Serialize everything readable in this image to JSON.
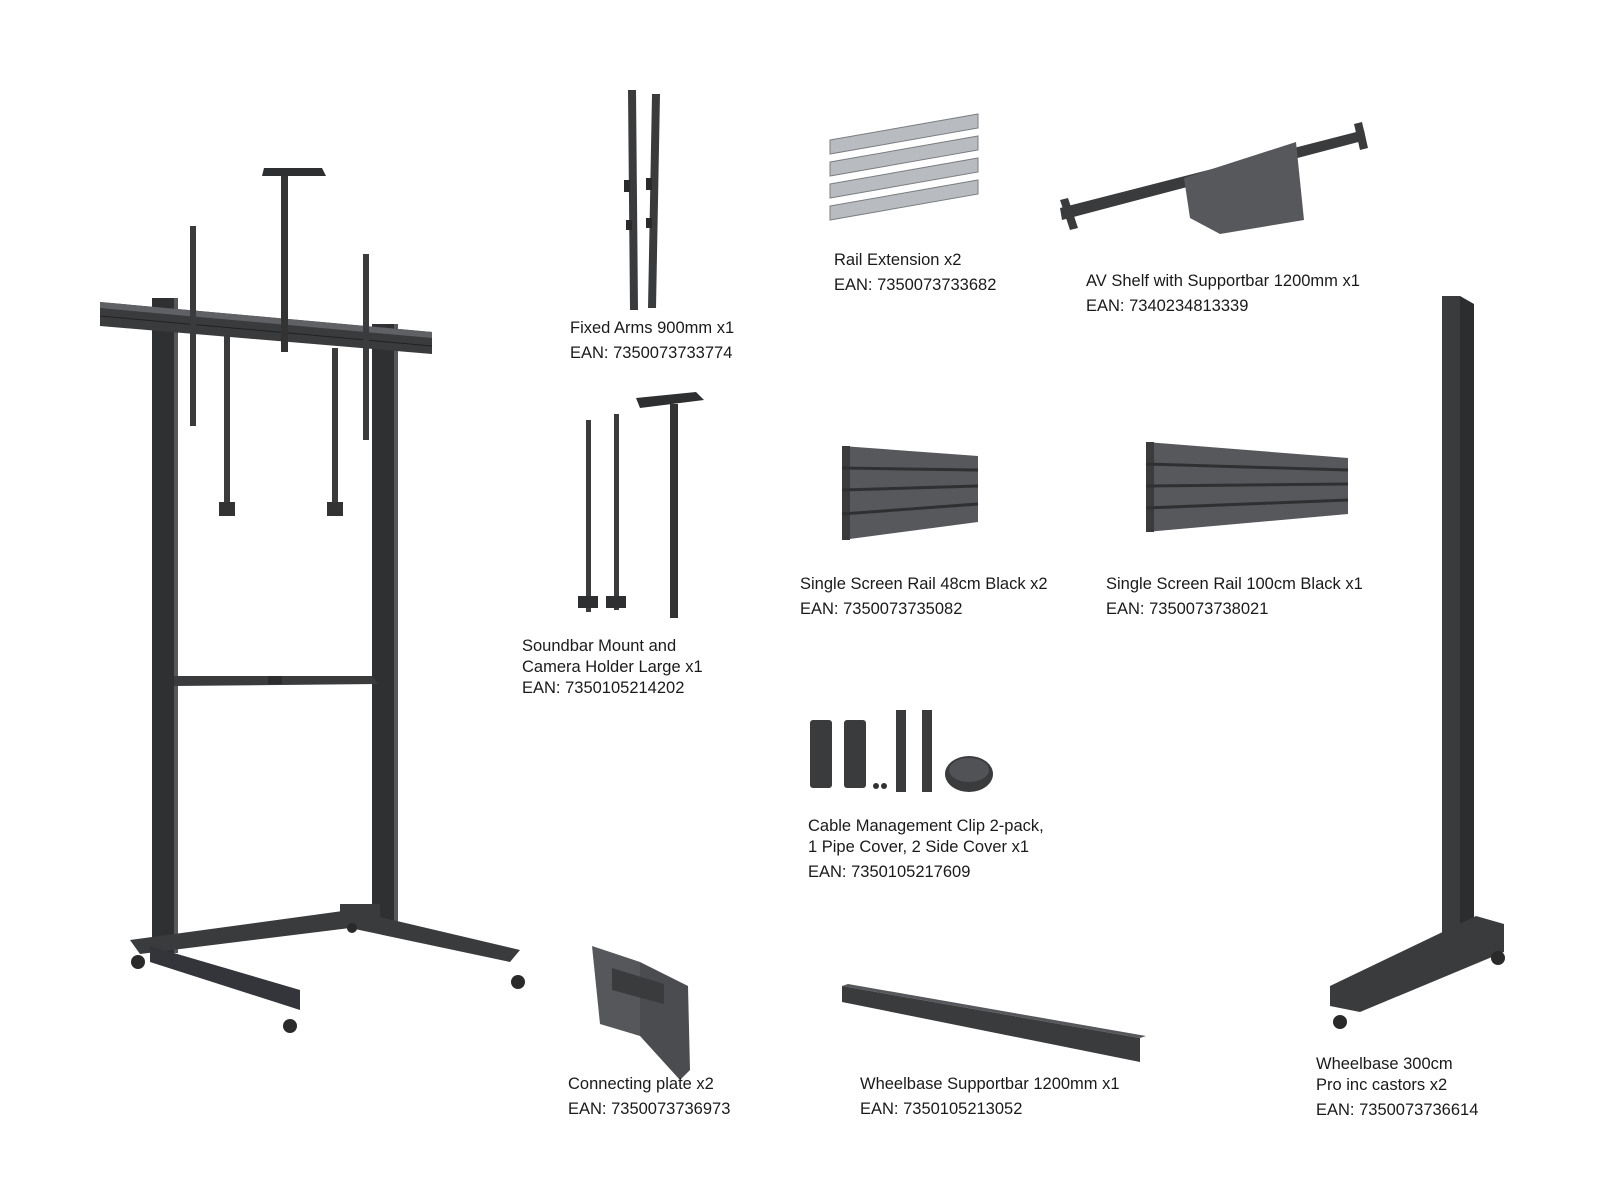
{
  "parts": [
    {
      "id": "fixed-arms",
      "name": "Fixed Arms 900mm x1",
      "ean": "EAN: 7350073733774"
    },
    {
      "id": "rail-extension",
      "name": "Rail Extension x2",
      "ean": "EAN: 7350073733682"
    },
    {
      "id": "av-shelf",
      "name": "AV Shelf with Supportbar 1200mm x1",
      "ean": "EAN: 7340234813339"
    },
    {
      "id": "soundbar-mount",
      "name_lines": [
        "Soundbar Mount and",
        "Camera Holder Large x1"
      ],
      "ean": "EAN: 7350105214202"
    },
    {
      "id": "rail-48",
      "name": "Single Screen Rail 48cm Black x2",
      "ean": "EAN: 7350073735082"
    },
    {
      "id": "rail-100",
      "name": "Single Screen Rail 100cm Black x1",
      "ean": "EAN: 7350073738021"
    },
    {
      "id": "cable-clip",
      "name_lines": [
        "Cable Management Clip 2-pack,",
        "1 Pipe Cover, 2 Side Cover x1"
      ],
      "ean": "EAN: 7350105217609"
    },
    {
      "id": "connecting-plate",
      "name": "Connecting plate x2",
      "ean": "EAN: 7350073736973"
    },
    {
      "id": "wheelbase-supportbar",
      "name": "Wheelbase Supportbar 1200mm x1",
      "ean": "EAN: 7350105213052"
    },
    {
      "id": "wheelbase-300",
      "name_lines": [
        "Wheelbase 300cm",
        "Pro inc castors x2"
      ],
      "ean": "EAN: 7350073736614"
    }
  ],
  "colors": {
    "metal_dark": "#3c3d3f",
    "metal_mid": "#55575a",
    "metal_light": "#7a7c80",
    "steel": "#b8bcc0",
    "text": "#1a1a1a"
  }
}
